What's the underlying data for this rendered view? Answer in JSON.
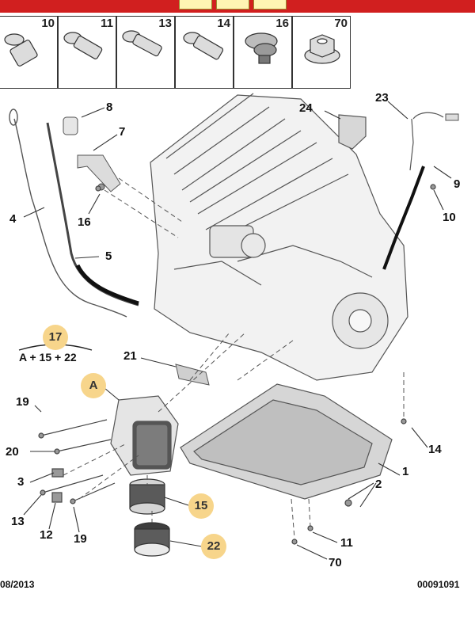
{
  "fastener_strip": [
    "10",
    "11",
    "13",
    "14",
    "16",
    "70"
  ],
  "callouts": {
    "c8": "8",
    "c7": "7",
    "c24": "24",
    "c23": "23",
    "c9": "9",
    "c10": "10",
    "c4": "4",
    "c16": "16",
    "c5": "5",
    "c21": "21",
    "c19a": "19",
    "c20": "20",
    "c3": "3",
    "c13": "13",
    "c12": "12",
    "c19b": "19",
    "c14": "14",
    "c1": "1",
    "c2": "2",
    "c11": "11",
    "c70": "70"
  },
  "highlighted": {
    "c17": "17",
    "cA": "A",
    "c15": "15",
    "c22": "22"
  },
  "kit_formula": "A + 15 + 22",
  "footer": {
    "date": "08/2013",
    "ref": "00091091"
  },
  "colors": {
    "header_red": "#d11f1f",
    "highlight": "#f7d58b",
    "line": "#333333"
  }
}
